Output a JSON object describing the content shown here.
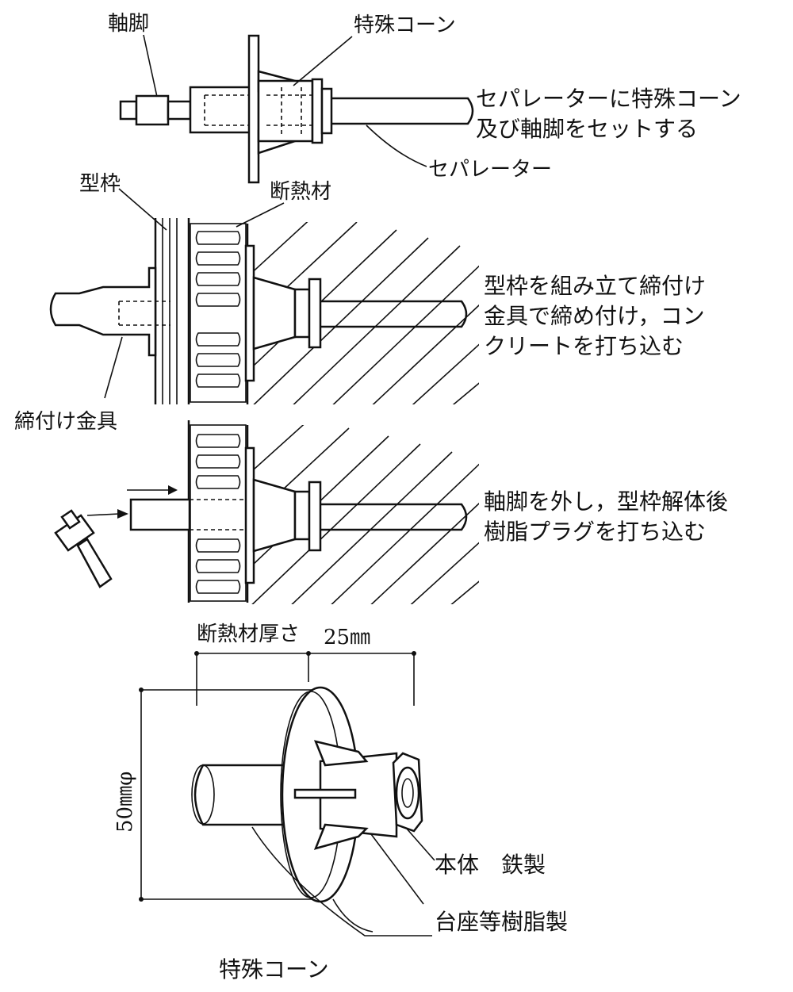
{
  "labels": {
    "jikuashi": "軸脚",
    "tokushu_cone_top": "特殊コーン",
    "separator": "セパレーター",
    "kata_waku": "型枠",
    "dannetsu": "断熱材",
    "shimetsuke": "締付け金具",
    "dannetsu_thickness": "断熱材厚さ",
    "dim_25": "25㎜",
    "dim_50": "50㎜φ",
    "hontai": "本体　鉄製",
    "daiza": "台座等樹脂製",
    "tokushu_cone_bottom": "特殊コーン"
  },
  "steps": {
    "step1_line1": "セパレーターに特殊コーン",
    "step1_line2": "及び軸脚をセットする",
    "step2_line1": "型枠を組み立て締付け",
    "step2_line2": "金具で締め付け，コン",
    "step2_line3": "クリートを打ち込む",
    "step3_line1": "軸脚を外し，型枠解体後",
    "step3_line2": "樹脂プラグを打ち込む"
  }
}
